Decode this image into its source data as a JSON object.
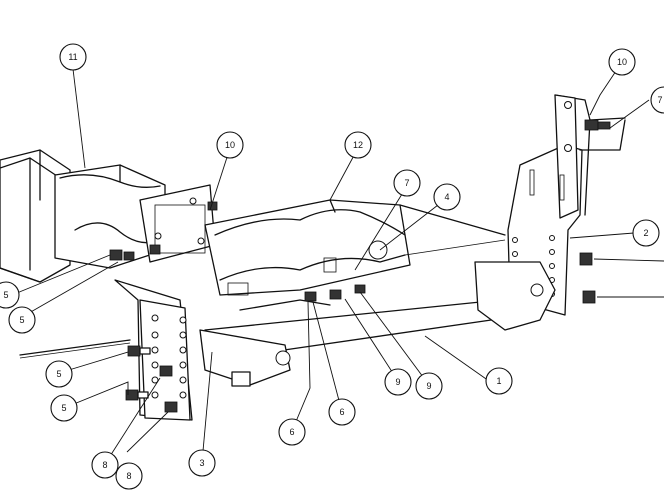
{
  "callouts": [
    {
      "id": "c11",
      "label": "11"
    },
    {
      "id": "c10a",
      "label": "10"
    },
    {
      "id": "c10b",
      "label": "10"
    },
    {
      "id": "c12",
      "label": "12"
    },
    {
      "id": "c7",
      "label": "7"
    },
    {
      "id": "c4",
      "label": "4"
    },
    {
      "id": "c2",
      "label": "2"
    },
    {
      "id": "c7b",
      "label": "7"
    },
    {
      "id": "c5a",
      "label": "5"
    },
    {
      "id": "c5b",
      "label": "5"
    },
    {
      "id": "c5c",
      "label": "5"
    },
    {
      "id": "c5d",
      "label": "5"
    },
    {
      "id": "c9a",
      "label": "9"
    },
    {
      "id": "c9b",
      "label": "9"
    },
    {
      "id": "c1",
      "label": "1"
    },
    {
      "id": "c6a",
      "label": "6"
    },
    {
      "id": "c6b",
      "label": "6"
    },
    {
      "id": "c3",
      "label": "3"
    },
    {
      "id": "c8a",
      "label": "8"
    },
    {
      "id": "c8b",
      "label": "8"
    }
  ]
}
